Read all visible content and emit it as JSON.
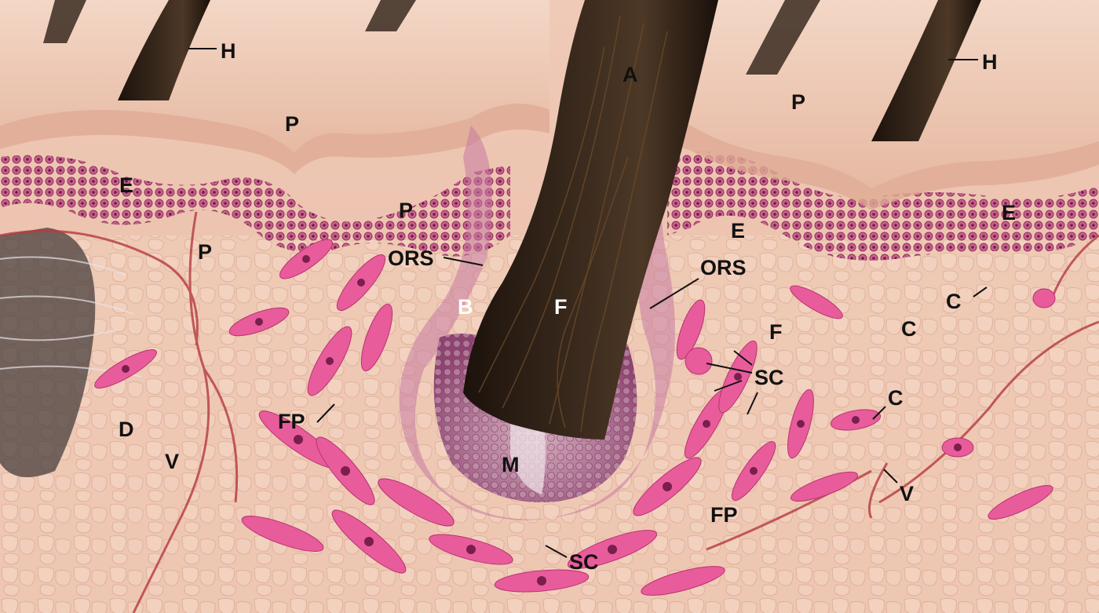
{
  "labels": {
    "H_left": "H",
    "H_right": "H",
    "A": "A",
    "P_left": "P",
    "P_right": "P",
    "P_mid": "P",
    "P_dermis": "P",
    "E_left": "E",
    "E_mid": "E",
    "E_right": "E",
    "ORS_left": "ORS",
    "ORS_right": "ORS",
    "B": "B",
    "F_shaft": "F",
    "F_right": "F",
    "SC_right": "SC",
    "SC_bottom": "SC",
    "C_top": "C",
    "C_mid": "C",
    "C_low": "C",
    "D": "D",
    "V_left": "V",
    "V_right": "V",
    "FP_left": "FP",
    "FP_right": "FP",
    "M": "M"
  },
  "colors": {
    "background": "#f2d2c4",
    "epidermis_surface": "#e9c1a8",
    "epidermis_cells": "#b84a7a",
    "dermis": "#efc9b4",
    "hair": "#2a1d15",
    "hair_highlight": "#6b4a2a",
    "stem_cells": "#e85c9c",
    "vessels": "#b53a42",
    "bulb": "#9a4c78",
    "label_text": "#111111",
    "label_text_light": "#ffffff"
  }
}
